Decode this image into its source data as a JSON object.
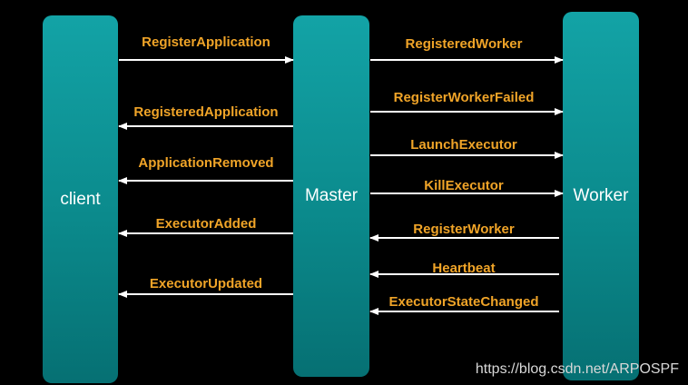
{
  "nodes": {
    "client": "client",
    "master": "Master",
    "worker": "Worker"
  },
  "messages_client_master": [
    {
      "label": "RegisterApplication",
      "direction": "client-to-master"
    },
    {
      "label": "RegisteredApplication",
      "direction": "master-to-client"
    },
    {
      "label": "ApplicationRemoved",
      "direction": "master-to-client"
    },
    {
      "label": "ExecutorAdded",
      "direction": "master-to-client"
    },
    {
      "label": "ExecutorUpdated",
      "direction": "master-to-client"
    }
  ],
  "messages_master_worker": [
    {
      "label": "RegisteredWorker",
      "direction": "master-to-worker"
    },
    {
      "label": "RegisterWorkerFailed",
      "direction": "master-to-worker"
    },
    {
      "label": "LaunchExecutor",
      "direction": "master-to-worker"
    },
    {
      "label": "KillExecutor",
      "direction": "master-to-worker"
    },
    {
      "label": "RegisterWorker",
      "direction": "worker-to-master"
    },
    {
      "label": "Heartbeat",
      "direction": "worker-to-master"
    },
    {
      "label": "ExecutorStateChanged",
      "direction": "worker-to-master"
    }
  ],
  "watermark": "https://blog.csdn.net/ARPOSPF",
  "colors": {
    "background": "#000000",
    "node_fill": "#0b8a8c",
    "label": "#f0a428",
    "arrow": "#ffffff"
  }
}
